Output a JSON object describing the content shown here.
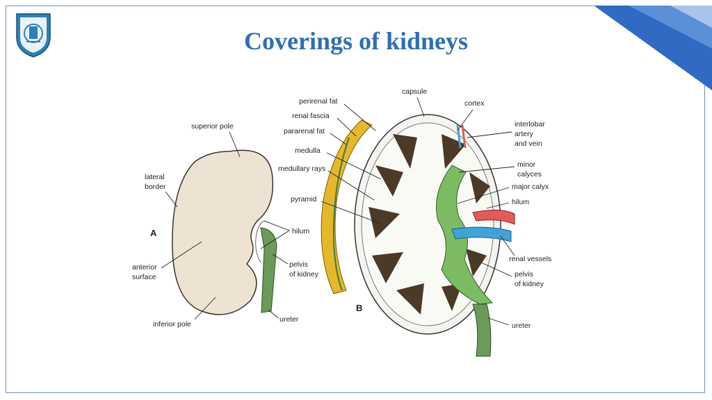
{
  "slide": {
    "title": "Coverings of kidneys",
    "accent_color": "#2e6fb6",
    "logo_icon": "university-seal-icon"
  },
  "figure": {
    "panel_a_letter": "A",
    "panel_b_letter": "B",
    "panel_a_labels": {
      "superior_pole": "superior pole",
      "lateral_border_1": "lateral",
      "lateral_border_2": "border",
      "anterior_surface_1": "anterior",
      "anterior_surface_2": "surface",
      "inferior_pole": "inferior pole",
      "hilum": "hilum",
      "pelvis_1": "pelvis",
      "pelvis_2": "of kidney",
      "ureter": "ureter"
    },
    "panel_b_labels": {
      "capsule": "capsule",
      "perirenal_fat": "perirenal fat",
      "renal_fascia": "renal fascia",
      "pararenal_fat": "pararenal fat",
      "medulla": "medulla",
      "medullary_rays": "medullary rays",
      "pyramid": "pyramid",
      "cortex": "cortex",
      "interlobar_1": "interlobar",
      "interlobar_2": "artery",
      "interlobar_3": "and vein",
      "minor_calyces_1": "minor",
      "minor_calyces_2": "calyces",
      "major_calyx": "major calyx",
      "hilum": "hilum",
      "renal_vessels": "renal vessels",
      "pelvis_1": "pelvis",
      "pelvis_2": "of kidney",
      "ureter": "ureter"
    }
  }
}
